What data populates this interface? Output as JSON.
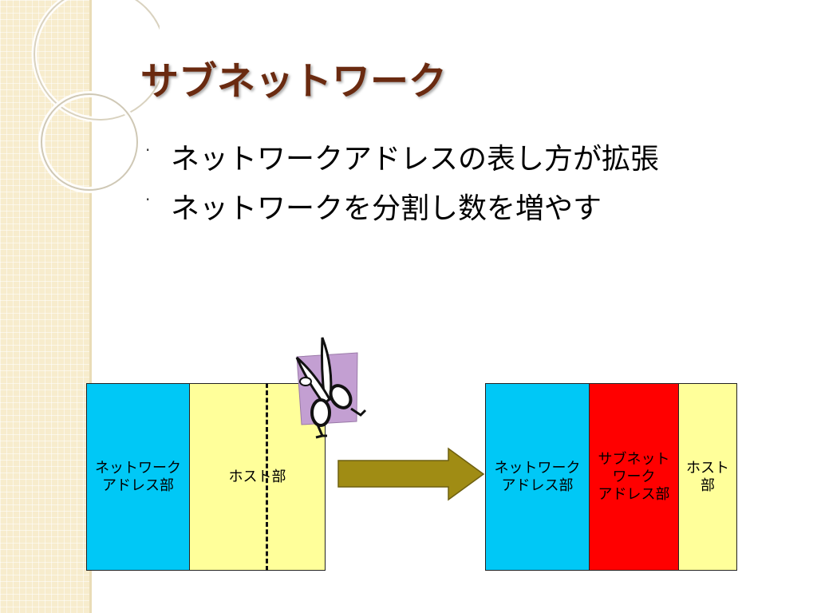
{
  "slide": {
    "title": "サブネットワーク",
    "bullets": [
      "ネットワークアドレスの表し方が拡張",
      "ネットワークを分割し数を増やす"
    ]
  },
  "diagram": {
    "before": {
      "network_label": "ネットワーク\nアドレス部",
      "host_label": "ホスト部"
    },
    "after": {
      "network_label": "ネットワーク\nアドレス部",
      "subnet_label": "サブネット\nワーク\nアドレス部",
      "host_label": "ホスト\n部"
    },
    "colors": {
      "network": "#00c8f6",
      "host": "#ffff9a",
      "subnet": "#ff0000",
      "arrow": "#a08c14"
    },
    "icons": [
      "scissors-icon",
      "right-arrow-icon"
    ]
  }
}
